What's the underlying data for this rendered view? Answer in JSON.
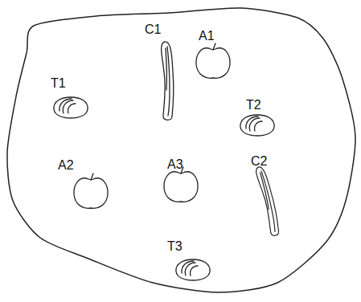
{
  "diagram": {
    "labels": [
      "C1",
      "A1",
      "T1",
      "T2",
      "C2",
      "A2",
      "A3",
      "T3"
    ]
  }
}
